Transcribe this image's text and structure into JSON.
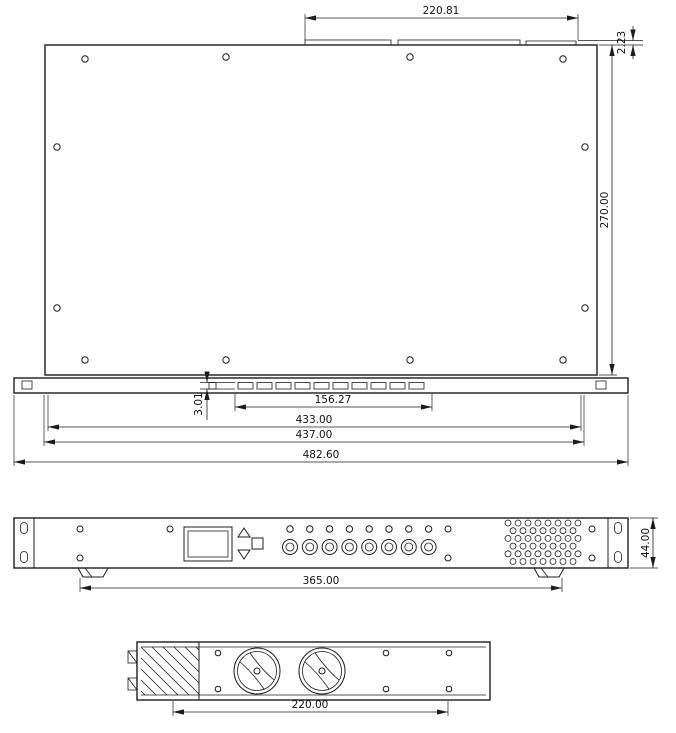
{
  "views": {
    "top": {
      "rear_width": "220.81",
      "rear_offset": "2.23",
      "depth": "270.00",
      "slot_height": "3.01",
      "slot_span": "156.27",
      "body_width": "433.00",
      "chassis_width": "437.00",
      "overall_width": "482.60"
    },
    "front": {
      "feet_span": "365.00",
      "panel_height": "44.00"
    },
    "bottom": {
      "mount_span": "220.00"
    }
  },
  "colors": {
    "ink": "#1c1c1c",
    "background": "#ffffff"
  }
}
